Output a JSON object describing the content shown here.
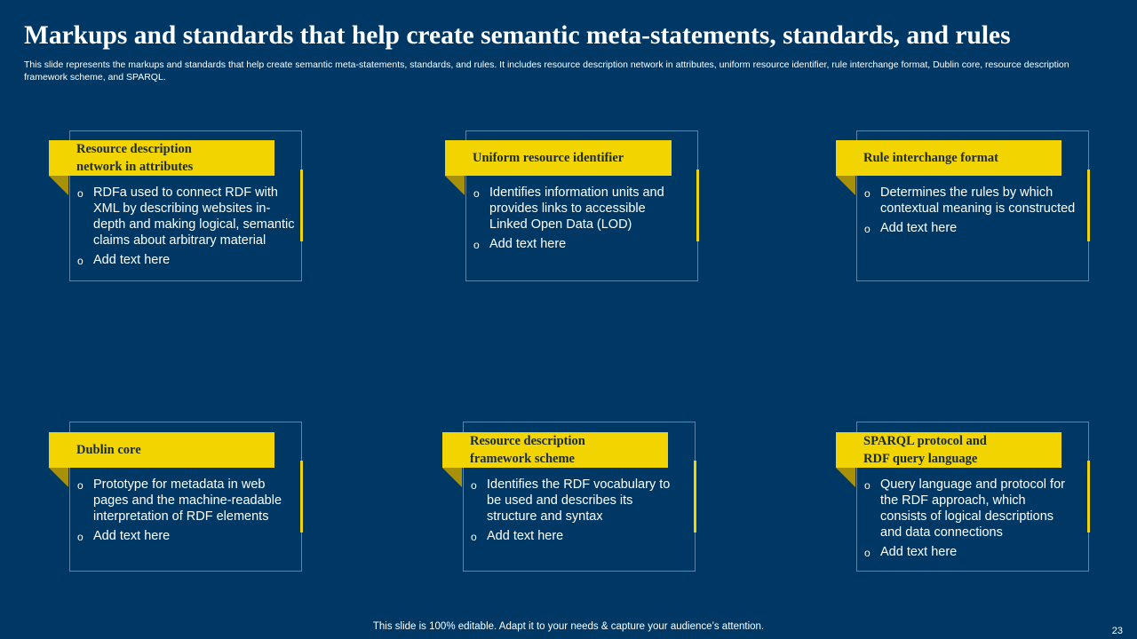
{
  "slide": {
    "title": "Markups and standards that help create semantic meta-statements, standards, and rules",
    "subtitle": "This slide represents the markups and standards that help create semantic meta-statements, standards, and rules. It includes resource description network in attributes, uniform resource identifier, rule interchange format, Dublin core, resource description framework scheme, and SPARQL.",
    "footer": "This slide is 100% editable. Adapt it to your needs & capture your audience’s attention.",
    "page_number": "23",
    "bullet_marker": "o"
  },
  "cards": [
    {
      "heading_line1": "Resource description",
      "heading_line2": "network  in attributes",
      "bullet1": "RDFa used to connect RDF with XML by describing websites in-depth and making logical, semantic claims about arbitrary material",
      "bullet2": "Add text here"
    },
    {
      "heading_line1": "Uniform  resource identifier",
      "heading_line2": "",
      "bullet1": "Identifies information units and provides links to accessible Linked Open Data (LOD)",
      "bullet2": "Add text here"
    },
    {
      "heading_line1": "Rule interchange  format",
      "heading_line2": "",
      "bullet1": "Determines the rules by which contextual meaning is constructed",
      "bullet2": "Add text here"
    },
    {
      "heading_line1": "Dublin  core",
      "heading_line2": "",
      "bullet1": "Prototype for metadata in web pages and the machine-readable interpretation of RDF elements",
      "bullet2": "Add text here"
    },
    {
      "heading_line1": "Resource description",
      "heading_line2": "framework  scheme",
      "bullet1": "Identifies the RDF vocabulary to be used and describes its structure and syntax",
      "bullet2": "Add text here"
    },
    {
      "heading_line1": "SPARQL protocol  and",
      "heading_line2": "RDF query language",
      "bullet1": "Query language and protocol for the RDF approach, which consists of logical descriptions and data connections",
      "bullet2": "Add text here"
    }
  ],
  "colors": {
    "background": "#003865",
    "accent": "#f2d500",
    "accent_fold": "#a8910a",
    "card_border": "#5d84a8"
  }
}
